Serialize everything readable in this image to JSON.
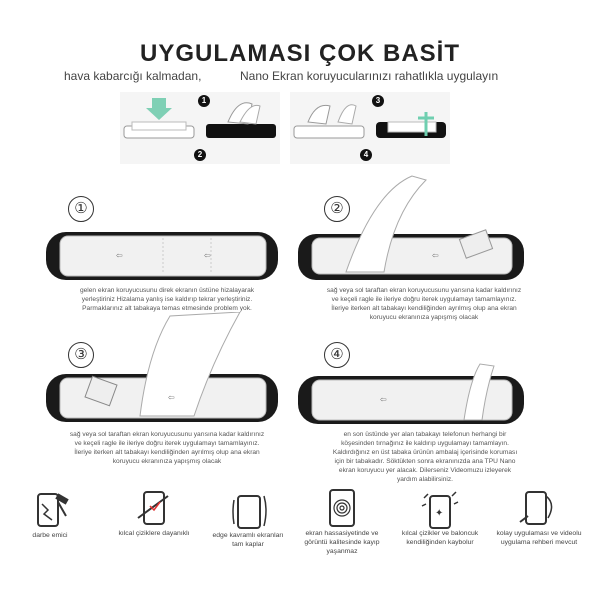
{
  "header": {
    "title": "UYGULAMASI ÇOK BASİT",
    "subtitle_left": "hava kabarcığı kalmadan,",
    "subtitle_right": "Nano Ekran koruyucularınızı rahatlıkla uygulayın"
  },
  "strip_steps": [
    "1",
    "2",
    "3",
    "4"
  ],
  "steps": [
    {
      "number": "①",
      "caption": [
        "gelen ekran koruyucusunu direk ekranın üstüne hizalayarak",
        "yerleştiriniz Hizalama yanlış ise kaldırıp tekrar yerleştiriniz.",
        "Parmaklarınız alt tabakaya temas etmesinde problem yok."
      ]
    },
    {
      "number": "②",
      "caption": [
        "sağ veya sol taraftan ekran koruyucusunu yarısına kadar kaldırınız",
        "ve keçeli ragle ile ileriye doğru iterek uygulamayı tamamlayınız.",
        "İleriye iterken alt tabakayı kendiliğinden ayrılmış olup ana ekran",
        "koruyucu ekranınıza yapışmış olacak"
      ]
    },
    {
      "number": "③",
      "caption": [
        "sağ veya sol taraftan ekran koruyucusunu yarısına kadar kaldırınız",
        "ve keçeli ragle ile ileriye doğru iterek uygulamayı tamamlayınız.",
        "İleriye iterken alt tabakayı kendiliğinden ayrılmış olup ana ekran",
        "koruyucu ekranınıza yapışmış olacak"
      ]
    },
    {
      "number": "④",
      "caption": [
        "en son üstünde yer alan tabakayı telefonun herhangi bir",
        "köşesinden tırnağınız ile kaldırıp uygulamayı tamamlayın.",
        "Kaldırdığınız en üst tabaka ürünün ambalaj içerisinde koruması",
        "için bir tabakadır. Söktükten sonra ekranınızda ana TPU Nano",
        "ekran koruyucu yer alacak. Dilerseniz Videomuzu izleyerek",
        "yardım alabilirsiniz."
      ]
    }
  ],
  "features": [
    {
      "icon": "shock-absorb-icon",
      "label": [
        "darbe emici"
      ]
    },
    {
      "icon": "scratch-resistant-icon",
      "label": [
        "kılcal çiziklere dayanıklı"
      ]
    },
    {
      "icon": "curved-edge-icon",
      "label": [
        "edge kavramlı ekranları",
        "tam kaplar"
      ]
    },
    {
      "icon": "fingerprint-icon",
      "label": [
        "ekran hassasiyetinde ve",
        "görüntü kalitesinde kayıp",
        "yaşanmaz"
      ]
    },
    {
      "icon": "self-healing-icon",
      "label": [
        "kılcal çizikler ve baloncuk",
        "kendiliğinden kaybolur"
      ]
    },
    {
      "icon": "video-guide-icon",
      "label": [
        "kolay uygulaması ve videolu",
        "uygulama rehberi mevcut"
      ]
    }
  ]
}
